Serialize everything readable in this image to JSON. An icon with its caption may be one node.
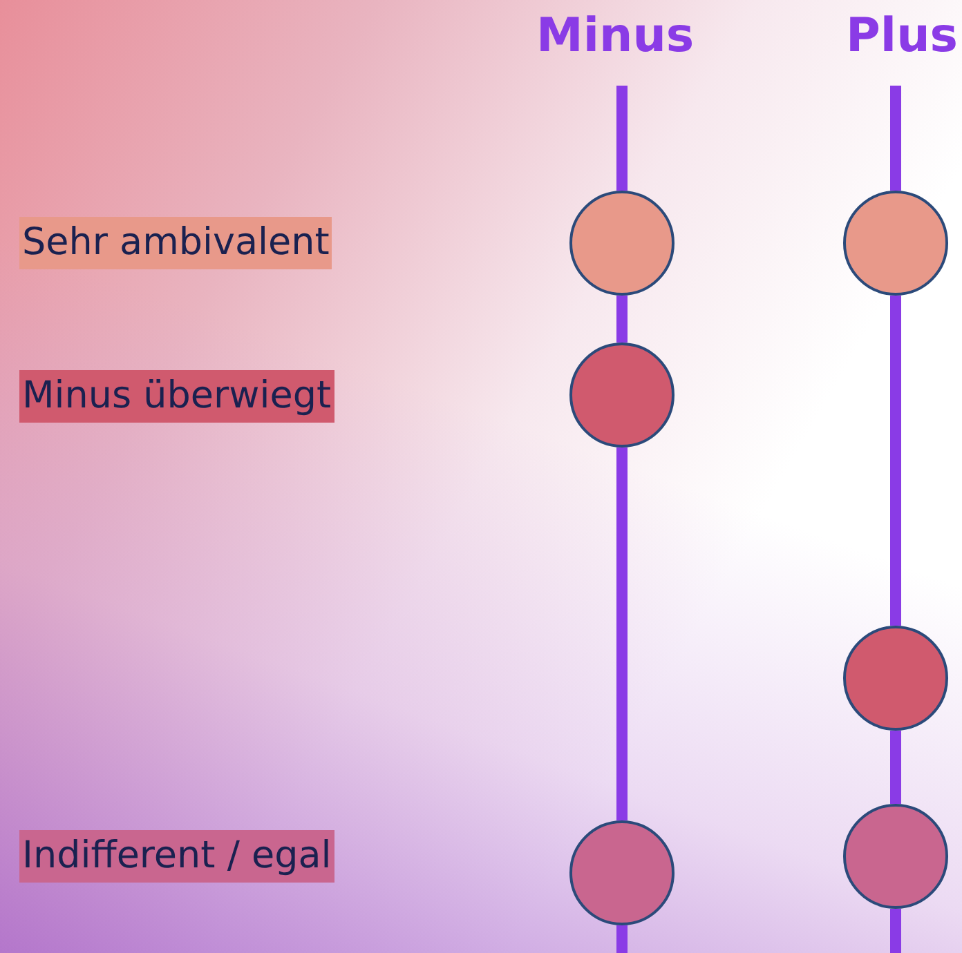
{
  "diagram": {
    "nodes": [
      {
        "text": [
          "Minus"
        ]
      },
      {
        "text": [
          "Plus"
        ]
      },
      {
        "text": [
          "Sehr ambivalent"
        ]
      },
      {
        "text": [
          "Minus überwiegt"
        ]
      },
      {
        "text": [
          "Indifferent / egal"
        ]
      },
      {
        "text": [],
        "shape": "circle"
      },
      {
        "text": [],
        "shape": "circle"
      },
      {
        "text": [],
        "shape": "circle"
      },
      {
        "text": [],
        "shape": "circle"
      },
      {
        "text": [],
        "shape": "circle"
      },
      {
        "text": [],
        "shape": "circle"
      }
    ],
    "edges": [
      {
        "from": 0,
        "to": 5,
        "arrow": "none"
      },
      {
        "from": 5,
        "to": 6,
        "arrow": "none"
      },
      {
        "from": 6,
        "to": 7,
        "arrow": "none"
      },
      {
        "from": 7,
        "to": null,
        "arrow": "none"
      },
      {
        "from": 1,
        "to": 8,
        "arrow": "none"
      },
      {
        "from": 8,
        "to": 9,
        "arrow": "none"
      },
      {
        "from": 9,
        "to": 10,
        "arrow": "none"
      },
      {
        "from": 10,
        "to": null,
        "arrow": "none"
      }
    ]
  }
}
